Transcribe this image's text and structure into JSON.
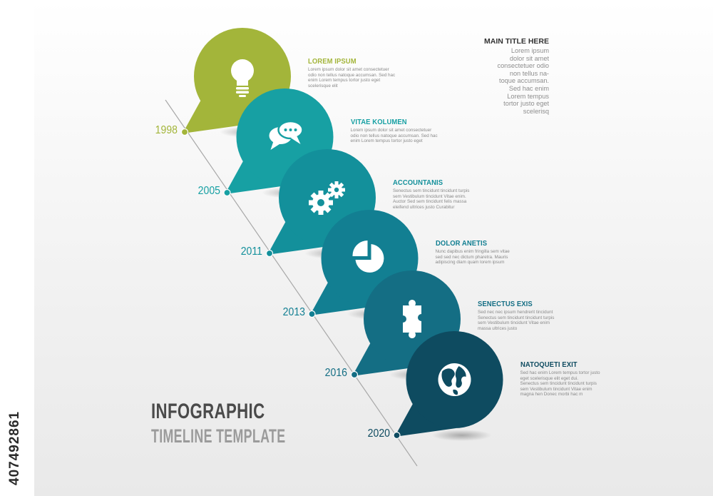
{
  "header": {
    "title": "MAIN TITLE HERE",
    "lines": [
      "Lorem ipsum",
      "dolor sit amet",
      "consectetuer odio",
      "non tellus na-",
      "toque accumsan.",
      "Sed hac enim",
      "Lorem tempus",
      "tortor justo eget",
      "scelerisq"
    ]
  },
  "footer": {
    "title": "INFOGRAPHIC",
    "subtitle": "TIMELINE TEMPLATE"
  },
  "stock_id": "407492861",
  "steps": [
    {
      "year": "1998",
      "title": "LOREM IPSUM",
      "color": "#a3b53a",
      "icon": "lightbulb-icon",
      "desc": [
        "Lorem ipsum dolor sit amet consectetuer",
        "odio non tellus natoque accumsan. Sed hac",
        "enim Lorem tempus tortor justo eget",
        "scelerisque elit"
      ]
    },
    {
      "year": "2005",
      "title": "VITAE KOLUMEN",
      "color": "#17a0a3",
      "icon": "chat-bubbles-icon",
      "desc": [
        "Lorem ipsum dolor sit amet consectetuer",
        "odio non tellus natoque accumsan. Sed hac",
        "enim Lorem tempus tortor justo eget"
      ]
    },
    {
      "year": "2011",
      "title": "ACCOUNTANIS",
      "color": "#13909b",
      "icon": "gears-icon",
      "desc": [
        "Senectus sem tincidunt tincidunt turpis",
        "sem Vestibulum tincidunt Vitae enim.",
        "Auctor Sed sem tincidunt felis massa",
        "eleifend ultrices justo Curabitur"
      ]
    },
    {
      "year": "2013",
      "title": "DOLOR ANETIS",
      "color": "#127f92",
      "icon": "pie-chart-icon",
      "desc": [
        "Nunc dapibus enim fringilla sem vitae",
        "sed sed nec dictum pharetra. Mauris",
        "adipiscing diam quam lorem ipsum"
      ]
    },
    {
      "year": "2016",
      "title": "SENECTUS EXIS",
      "color": "#146e84",
      "icon": "puzzle-piece-icon",
      "desc": [
        "Sed nec nec ipsum hendrerit tincidunt",
        "Senectus sem tincidunt tincidunt turpis",
        "sem Vestibulum tincidunt Vitae enim",
        "massa ultrices justo"
      ]
    },
    {
      "year": "2020",
      "title": "NATOQUETI EXIT",
      "color": "#0e4b60",
      "icon": "globe-icon",
      "desc": [
        "Sed hac enim Lorem tempus tortor justo",
        "eget scelerisque elit eget dui.",
        "Senectus sem tincidunt tincidunt turpis",
        "sem Vestibulum tincidunt Vitae enim",
        "magna hen Donec morbi hac m"
      ]
    }
  ]
}
